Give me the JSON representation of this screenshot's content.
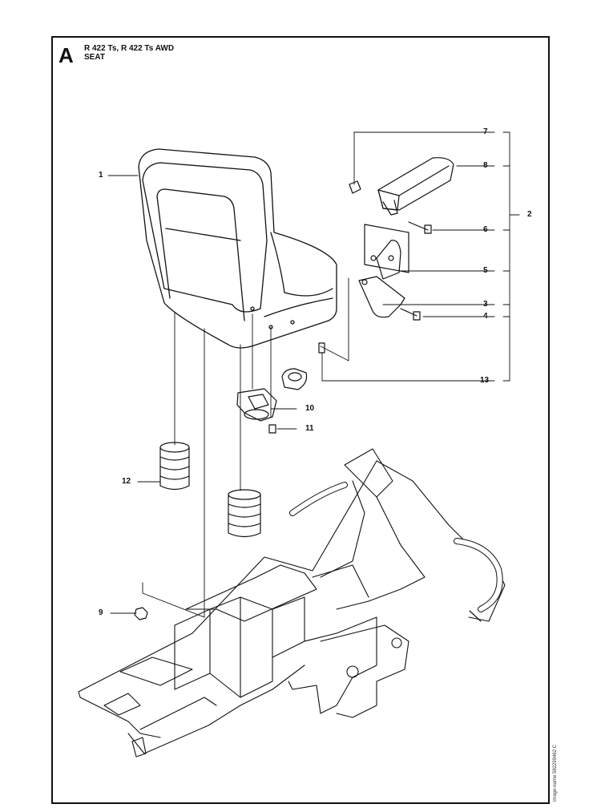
{
  "header": {
    "section_letter": "A",
    "model": "R 422 Ts, R 422 Ts AWD",
    "assembly": "SEAT"
  },
  "callouts": [
    "1",
    "2",
    "3",
    "4",
    "5",
    "6",
    "7",
    "8",
    "9",
    "10",
    "11",
    "12",
    "13"
  ],
  "image_id": "image-name 582299462 C"
}
